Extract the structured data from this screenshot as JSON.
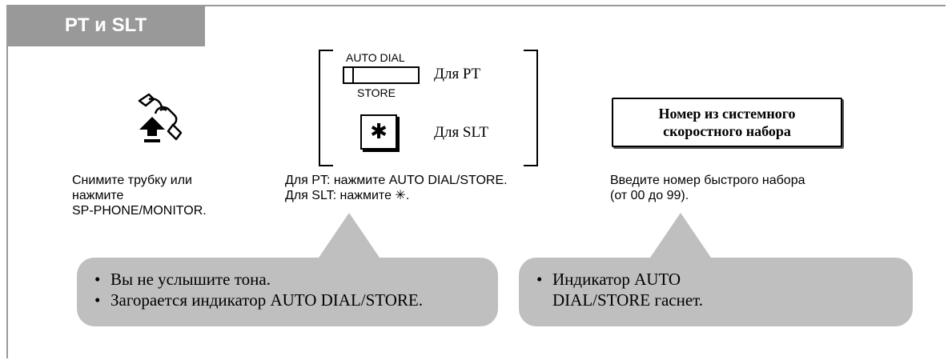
{
  "header": {
    "title": "PT и SLT"
  },
  "step1": {
    "icon": "handset-off-hook-icon",
    "instruction": "Снимите трубку или\nнажмите\nSP-PHONE/MONITOR."
  },
  "step2": {
    "key_top_label": "AUTO DIAL",
    "key_bottom_label": "STORE",
    "pt_label": "Для PT",
    "star_symbol": "✱",
    "slt_label": "Для SLT",
    "instruction": "Для PT: нажмите AUTO DIAL/STORE.\nДля SLT: нажмите ✳."
  },
  "step3": {
    "box_line1": "Номер из системного",
    "box_line2": "скоростного набора",
    "instruction": "Введите номер быстрого набора\n(от 00 до 99)."
  },
  "notes": {
    "left": [
      "Вы не услышите тона.",
      "Загорается индикатор AUTO DIAL/STORE."
    ],
    "right": [
      "Индикатор AUTO DIAL/STORE гаснет."
    ]
  },
  "colors": {
    "header_bg": "#999999",
    "bubble_bg": "#bfbfbf"
  }
}
